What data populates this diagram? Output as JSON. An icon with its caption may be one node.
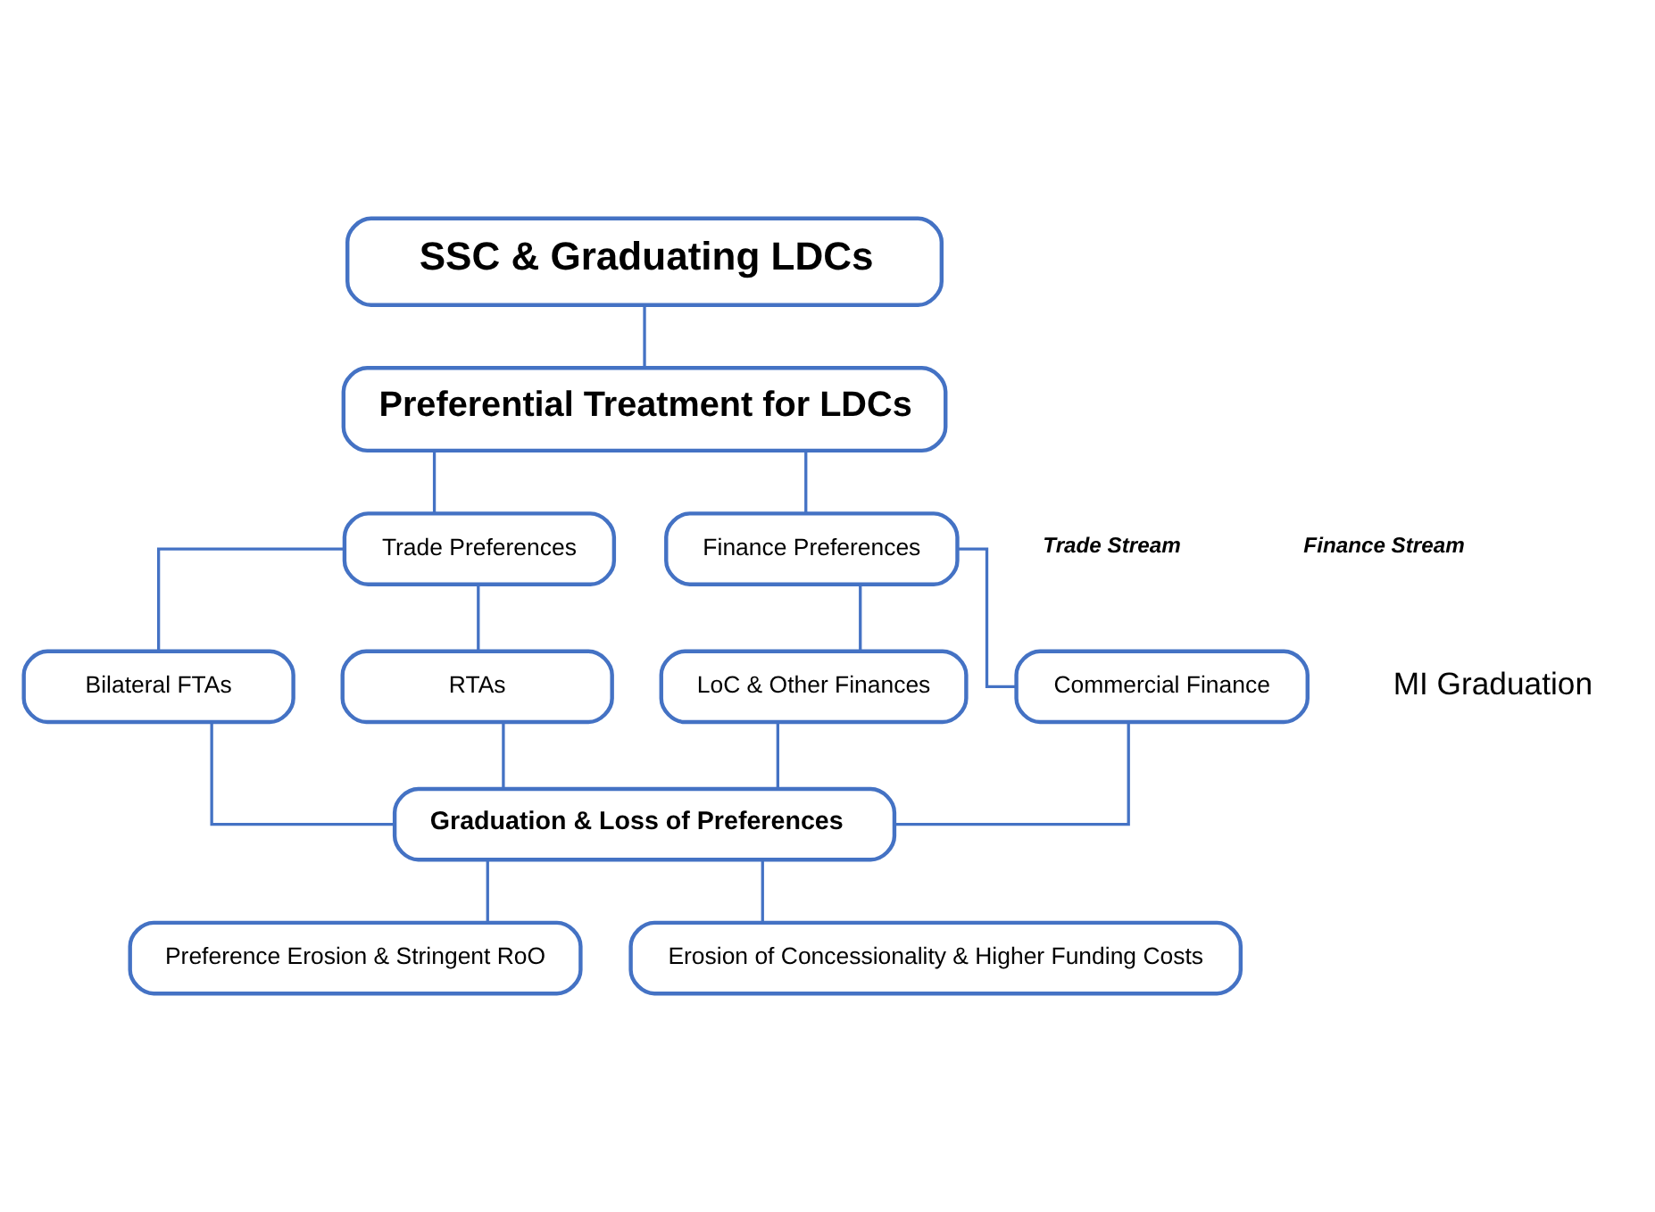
{
  "diagram": {
    "nodes": [
      {
        "text": [
          "SSC & Graduating LDCs"
        ]
      },
      {
        "text": [
          "Preferential Treatment for LDCs"
        ]
      },
      {
        "text": [
          "Trade Preferences"
        ]
      },
      {
        "text": [
          "Finance Preferences"
        ]
      },
      {
        "text": [
          "RTAs"
        ]
      },
      {
        "text": [
          "Bilateral FTAs"
        ]
      },
      {
        "text": [
          "Commercial Finance"
        ]
      },
      {
        "text": [
          "LoC & Other Finances"
        ]
      },
      {
        "text": [
          "Graduation & Loss of Preferences"
        ]
      },
      {
        "text": [
          "Preference Erosion & Stringent RoO"
        ]
      },
      {
        "text": [
          "Erosion of Concessionality & Higher Funding Costs"
        ]
      }
    ],
    "edges": [
      {
        "from": 0,
        "to": 1,
        "arrow": "none"
      },
      {
        "from": 1,
        "to": 2,
        "arrow": "none"
      },
      {
        "from": 1,
        "to": 3,
        "arrow": "none"
      },
      {
        "from": 2,
        "to": 4,
        "arrow": "none"
      },
      {
        "from": 2,
        "to": 5,
        "arrow": "none"
      },
      {
        "from": 3,
        "to": 6,
        "arrow": "none"
      },
      {
        "from": 3,
        "to": 7,
        "arrow": "none"
      },
      {
        "from": 4,
        "to": 8,
        "arrow": "none"
      },
      {
        "from": 5,
        "to": 8,
        "arrow": "none"
      },
      {
        "from": 6,
        "to": 8,
        "arrow": "none"
      },
      {
        "from": 7,
        "to": 8,
        "arrow": "none"
      },
      {
        "from": 8,
        "to": 9,
        "arrow": "none"
      },
      {
        "from": 8,
        "to": 10,
        "arrow": "none"
      }
    ],
    "labels": [
      "Trade Stream",
      "Finance Stream",
      "MI Graduation"
    ]
  }
}
